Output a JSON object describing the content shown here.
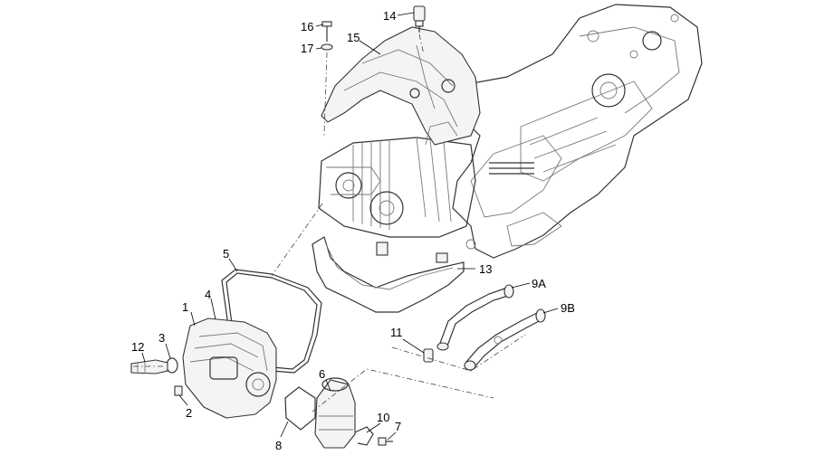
{
  "diagram": {
    "callouts": [
      {
        "id": "c16",
        "text": "16"
      },
      {
        "id": "c14",
        "text": "14"
      },
      {
        "id": "c17",
        "text": "17"
      },
      {
        "id": "c15",
        "text": "15"
      },
      {
        "id": "c5",
        "text": "5"
      },
      {
        "id": "c13",
        "text": "13"
      },
      {
        "id": "c9A",
        "text": "9A"
      },
      {
        "id": "c9B",
        "text": "9B"
      },
      {
        "id": "c1",
        "text": "1"
      },
      {
        "id": "c4",
        "text": "4"
      },
      {
        "id": "c11",
        "text": "11"
      },
      {
        "id": "c12",
        "text": "12"
      },
      {
        "id": "c3",
        "text": "3"
      },
      {
        "id": "c2",
        "text": "2"
      },
      {
        "id": "c6",
        "text": "6"
      },
      {
        "id": "c10",
        "text": "10"
      },
      {
        "id": "c7",
        "text": "7"
      },
      {
        "id": "c8",
        "text": "8"
      }
    ]
  }
}
